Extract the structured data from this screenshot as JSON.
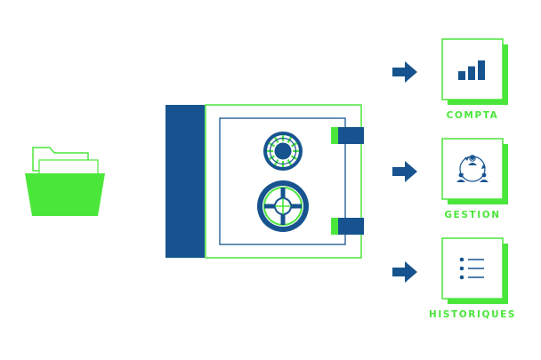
{
  "colors": {
    "green": "#4BE63A",
    "blue": "#17548F",
    "outline": "#4BE63A",
    "background": "#FFFFFF"
  },
  "folder": {
    "icon": "open-folder-icon"
  },
  "safe": {
    "icon": "vault-safe-icon",
    "dials": [
      "vault-dial-icon",
      "vault-wheel-icon"
    ],
    "hinges": 2
  },
  "outputs": [
    {
      "label": "COMPTA",
      "icon": "bar-chart-icon",
      "bars": [
        0.45,
        0.7,
        1.0
      ]
    },
    {
      "label": "GESTION",
      "icon": "team-cycle-icon"
    },
    {
      "label": "HISTORIQUES",
      "icon": "list-icon",
      "rows": 3
    }
  ]
}
